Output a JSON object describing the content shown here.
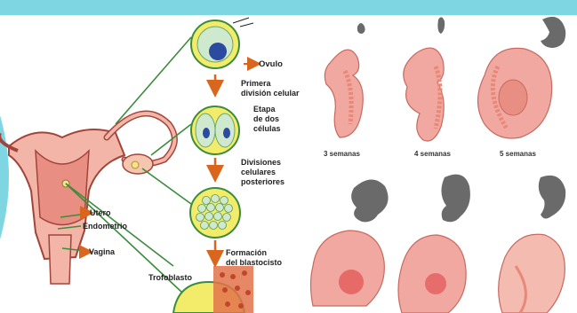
{
  "labels": {
    "ovulo": "Ovulo",
    "primera_1": "Primera",
    "primera_2": "división celular",
    "etapa_1": "Etapa",
    "etapa_2": "de dos",
    "etapa_3": "células",
    "divisiones_1": "Divisiones",
    "divisiones_2": "celulares",
    "divisiones_3": "posteriores",
    "formacion_1": "Formación",
    "formacion_2": "del blastocisto",
    "utero": "Utero",
    "endometrio": "Endometrio",
    "vagina": "Vagina",
    "trofoblasto": "Trofoblasto"
  },
  "weeks": [
    "3 semanas",
    "4 semanas",
    "5 semanas"
  ],
  "colors": {
    "accent_teal": "#7fd6e3",
    "arrow_orange": "#d9661c",
    "line_green": "#3c8c3c",
    "embryo_pink": "#f0a8a0",
    "silhouette_gray": "#6a6a6a"
  }
}
